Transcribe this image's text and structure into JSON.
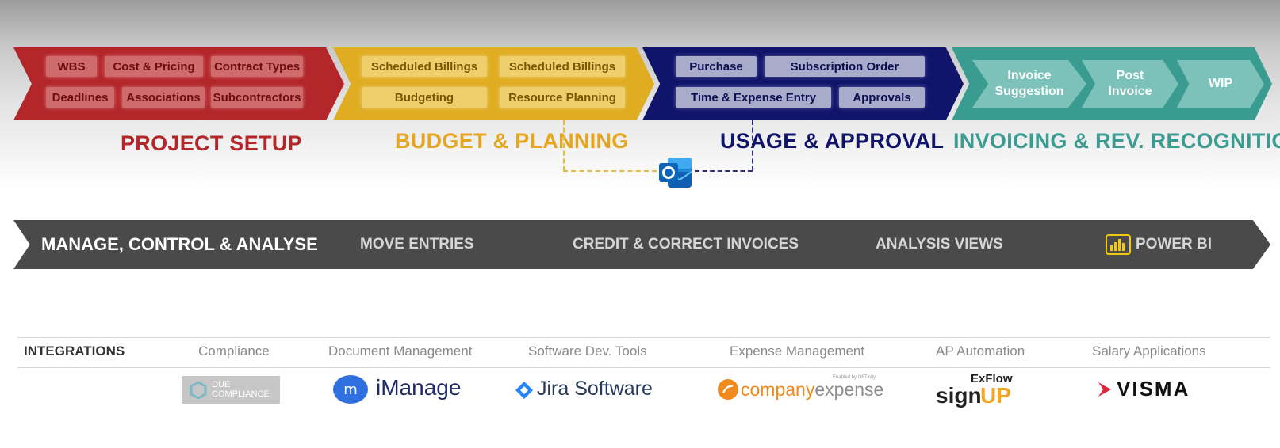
{
  "stages": [
    {
      "title": "PROJECT SETUP",
      "color": "#b3262a",
      "title_color": "#b3262a",
      "items": [
        "WBS",
        "Cost & Pricing",
        "Contract Types",
        "Deadlines",
        "Associations",
        "Subcontractors"
      ]
    },
    {
      "title": "BUDGET & PLANNING",
      "color": "#e0ad22",
      "title_color": "#e5a51d",
      "items": [
        "Scheduled Billings",
        "Scheduled Billings",
        "Budgeting",
        "Resource Planning"
      ]
    },
    {
      "title": "USAGE & APPROVAL",
      "color": "#10146b",
      "title_color": "#10146b",
      "items": [
        "Purchase",
        "Subscription Order",
        "Time & Expense Entry",
        "Approvals"
      ]
    },
    {
      "title": "INVOICING & REV. RECOGNITION",
      "color": "#3a9c91",
      "title_color": "#3a9c91",
      "items": [
        "Invoice Suggestion",
        "Post Invoice",
        "WIP"
      ],
      "items_lines": [
        [
          "Invoice",
          "Suggestion"
        ],
        [
          "Post",
          "Invoice"
        ],
        [
          "WIP"
        ]
      ]
    }
  ],
  "connector_icon": "outlook-icon",
  "banner": {
    "title": "MANAGE, CONTROL & ANALYSE",
    "items": [
      "MOVE ENTRIES",
      "CREDIT & CORRECT INVOICES",
      "ANALYSIS VIEWS",
      "POWER BI"
    ],
    "powerbi_icon": "power-bi-icon"
  },
  "integrations": {
    "heading": "INTEGRATIONS",
    "categories": [
      {
        "label": "Compliance",
        "logo_text": "DUE COMPLIANCE",
        "logo_lines": [
          "DUE",
          "COMPLIANCE"
        ],
        "logo_icon": "due-compliance-logo"
      },
      {
        "label": "Document Management",
        "logo_text": "iManage",
        "logo_icon": "imanage-logo"
      },
      {
        "label": "Software Dev. Tools",
        "logo_text": "Jira Software",
        "logo_icon": "jira-logo"
      },
      {
        "label": "Expense Management",
        "logo_text": "companyexpense",
        "logo_prefix": "company",
        "logo_suffix": "expense",
        "logo_tagline": "Enabled by OFTinity",
        "logo_icon": "companyexpense-logo"
      },
      {
        "label": "AP Automation",
        "logo_text": "ExFlow signUP",
        "logo_top": "ExFlow",
        "logo_main": "sign",
        "logo_up": "UP",
        "logo_icon": "exflow-signup-logo"
      },
      {
        "label": "Salary Applications",
        "logo_text": "VISMA",
        "logo_icon": "visma-logo"
      }
    ]
  }
}
